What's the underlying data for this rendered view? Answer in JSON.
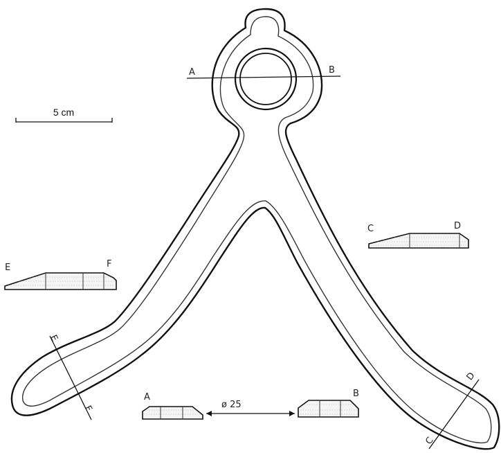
{
  "scale_bar": {
    "label": "5 cm"
  },
  "sections": {
    "ab": {
      "left": "A",
      "right": "B"
    },
    "cd": {
      "left": "C",
      "right": "D"
    },
    "ef": {
      "left": "E",
      "right": "F"
    }
  },
  "diameter": {
    "text": "ø 25"
  },
  "colors": {
    "ink": "#111111",
    "hatch": "#9a9a9a"
  }
}
